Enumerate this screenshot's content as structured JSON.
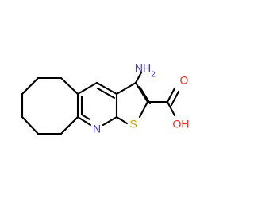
{
  "molecule": {
    "atoms": {
      "nh2_main": "NH",
      "nh2_sub": "2",
      "oxygen_double": "O",
      "hydroxyl": "OH",
      "sulfur": "S",
      "nitrogen_ring": "N"
    },
    "colors": {
      "carbon_bond": "#000000",
      "nitrogen": "#3a3acb",
      "oxygen": "#e0301e",
      "sulfur": "#c9a000"
    }
  }
}
